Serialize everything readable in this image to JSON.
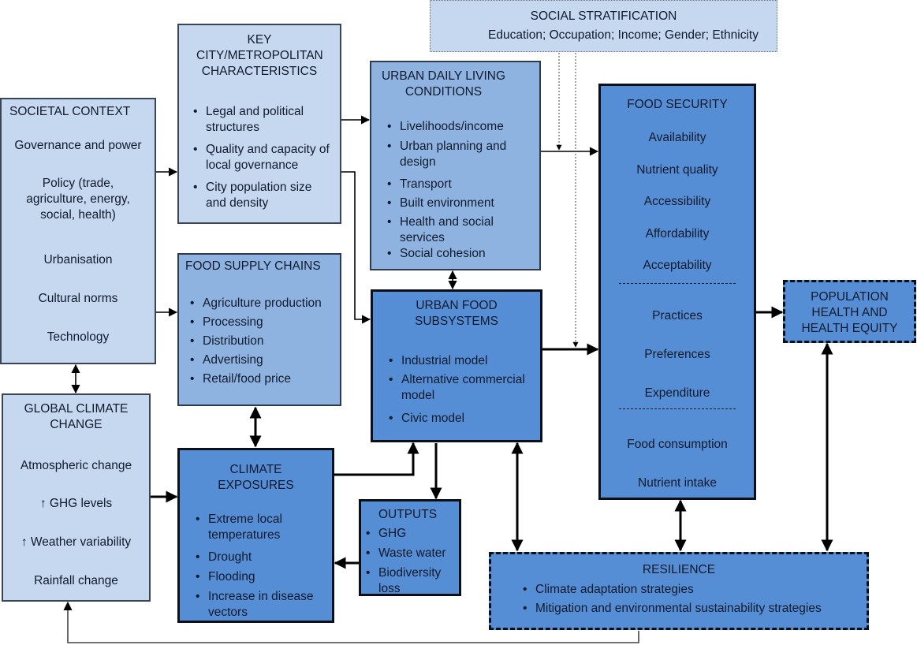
{
  "social_stratification": {
    "title": "SOCIAL STRATIFICATION",
    "subtitle": "Education; Occupation; Income; Gender; Ethnicity"
  },
  "societal_context": {
    "title": "SOCIETAL CONTEXT",
    "items": [
      "Governance and power",
      "Policy (trade, agriculture, energy, social, health)",
      "Urbanisation",
      "Cultural norms",
      "Technology"
    ]
  },
  "key_city": {
    "title": "KEY CITY/METROPOLITAN CHARACTERISTICS",
    "items": [
      "Legal and political structures",
      "Quality and capacity of local governance",
      "City population size and density"
    ]
  },
  "urban_daily_living": {
    "title": "URBAN DAILY LIVING CONDITIONS",
    "items": [
      "Livelihoods/income",
      "Urban planning and design",
      "Transport",
      "Built environment",
      "Health and social services",
      "Social cohesion"
    ]
  },
  "food_supply_chains": {
    "title": "FOOD SUPPLY CHAINS",
    "items": [
      "Agriculture production",
      "Processing",
      "Distribution",
      "Advertising",
      "Retail/food price"
    ]
  },
  "urban_food_subsystems": {
    "title": "URBAN FOOD SUBSYSTEMS",
    "items": [
      "Industrial model",
      "Alternative commercial model",
      "Civic model"
    ]
  },
  "food_security": {
    "title": "FOOD SECURITY",
    "group1": [
      "Availability",
      "Nutrient quality",
      "Accessibility",
      "Affordability",
      "Acceptability"
    ],
    "group2": [
      "Practices",
      "Preferences",
      "Expenditure"
    ],
    "group3": [
      "Food consumption",
      "Nutrient intake"
    ]
  },
  "population_health": {
    "title": "POPULATION HEALTH AND HEALTH EQUITY"
  },
  "global_climate_change": {
    "title": "GLOBAL CLIMATE CHANGE",
    "items": [
      "Atmospheric change",
      "GHG levels",
      "Weather variability",
      "Rainfall change"
    ],
    "up_arrow": "↑"
  },
  "climate_exposures": {
    "title": "CLIMATE EXPOSURES",
    "items": [
      "Extreme local temperatures",
      "Drought",
      "Flooding",
      "Increase in disease vectors"
    ]
  },
  "outputs": {
    "title": "OUTPUTS",
    "items": [
      "GHG",
      "Waste water",
      "Biodiversity loss"
    ]
  },
  "resilience": {
    "title": "RESILIENCE",
    "items": [
      "Climate adaptation strategies",
      "Mitigation and environmental sustainability strategies"
    ]
  }
}
